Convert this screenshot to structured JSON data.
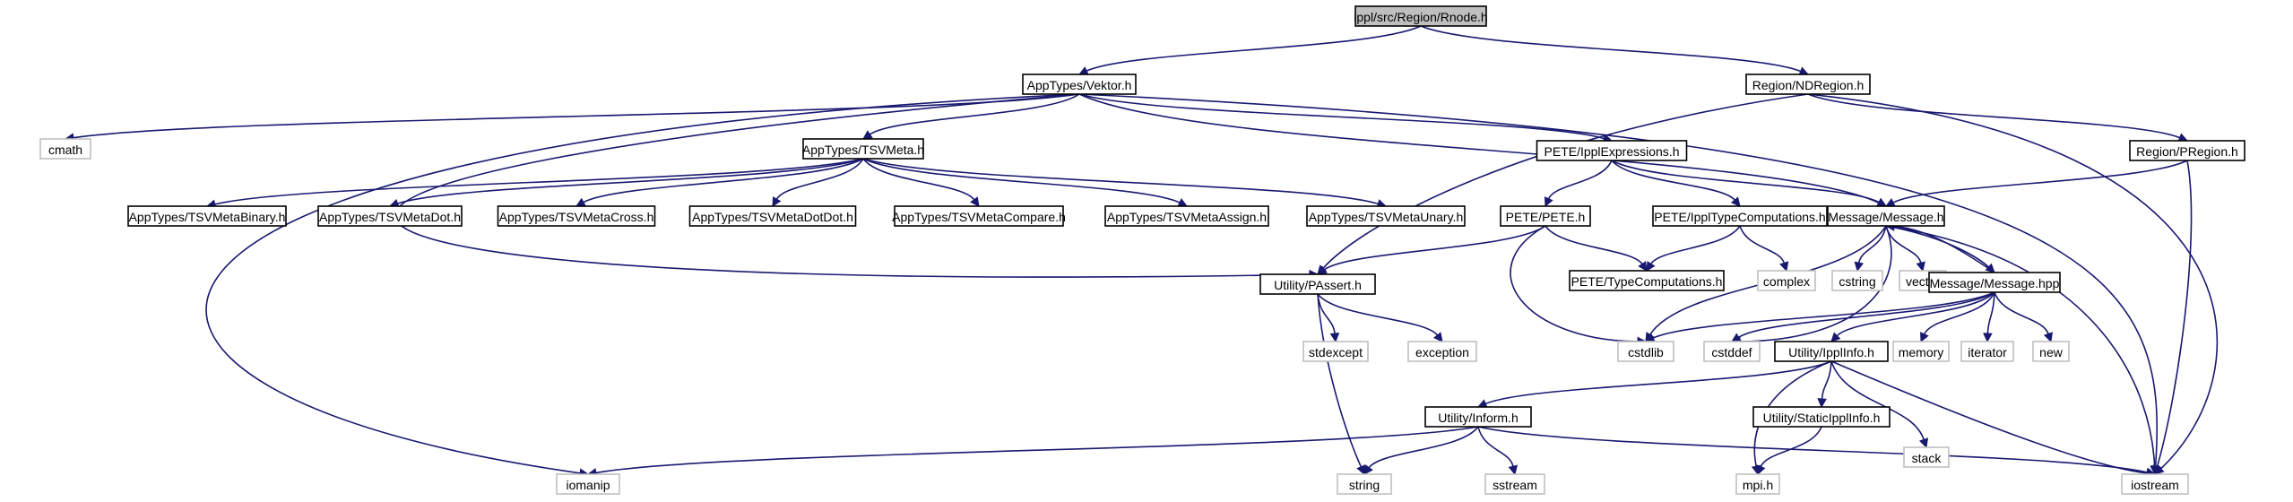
{
  "diagram": {
    "colors": {
      "edge": "#191970",
      "root_fill": "#bfbfbf",
      "header_border": "#000000",
      "system_border": "#bfbfbf"
    },
    "nodes": [
      {
        "id": "rnode",
        "label": "ippl/src/Region/Rnode.h",
        "kind": "root"
      },
      {
        "id": "vektor",
        "label": "AppTypes/Vektor.h",
        "kind": "header"
      },
      {
        "id": "ndregion",
        "label": "Region/NDRegion.h",
        "kind": "header"
      },
      {
        "id": "cmath",
        "label": "cmath",
        "kind": "system"
      },
      {
        "id": "tsvmeta",
        "label": "AppTypes/TSVMeta.h",
        "kind": "header"
      },
      {
        "id": "ipplexpr",
        "label": "PETE/IpplExpressions.h",
        "kind": "header"
      },
      {
        "id": "pregion",
        "label": "Region/PRegion.h",
        "kind": "header"
      },
      {
        "id": "tsvbin",
        "label": "AppTypes/TSVMetaBinary.h",
        "kind": "header"
      },
      {
        "id": "tsvdot",
        "label": "AppTypes/TSVMetaDot.h",
        "kind": "header"
      },
      {
        "id": "tsvcross",
        "label": "AppTypes/TSVMetaCross.h",
        "kind": "header"
      },
      {
        "id": "tsvdotdot",
        "label": "AppTypes/TSVMetaDotDot.h",
        "kind": "header"
      },
      {
        "id": "tsvcmp",
        "label": "AppTypes/TSVMetaCompare.h",
        "kind": "header"
      },
      {
        "id": "tsvassign",
        "label": "AppTypes/TSVMetaAssign.h",
        "kind": "header"
      },
      {
        "id": "tsvunary",
        "label": "AppTypes/TSVMetaUnary.h",
        "kind": "header"
      },
      {
        "id": "pete",
        "label": "PETE/PETE.h",
        "kind": "header"
      },
      {
        "id": "ippltype",
        "label": "PETE/IpplTypeComputations.h",
        "kind": "header"
      },
      {
        "id": "message",
        "label": "Message/Message.h",
        "kind": "header"
      },
      {
        "id": "passert",
        "label": "Utility/PAssert.h",
        "kind": "header"
      },
      {
        "id": "typecomp",
        "label": "PETE/TypeComputations.h",
        "kind": "header"
      },
      {
        "id": "complex",
        "label": "complex",
        "kind": "system"
      },
      {
        "id": "cstring",
        "label": "cstring",
        "kind": "system"
      },
      {
        "id": "vector",
        "label": "vector",
        "kind": "system"
      },
      {
        "id": "messagehpp",
        "label": "Message/Message.hpp",
        "kind": "header"
      },
      {
        "id": "stdexcept",
        "label": "stdexcept",
        "kind": "system"
      },
      {
        "id": "exception",
        "label": "exception",
        "kind": "system"
      },
      {
        "id": "cstdlib",
        "label": "cstdlib",
        "kind": "system"
      },
      {
        "id": "cstddef",
        "label": "cstddef",
        "kind": "system"
      },
      {
        "id": "ipplinfo",
        "label": "Utility/IpplInfo.h",
        "kind": "header"
      },
      {
        "id": "memory",
        "label": "memory",
        "kind": "system"
      },
      {
        "id": "iterator",
        "label": "iterator",
        "kind": "system"
      },
      {
        "id": "new",
        "label": "new",
        "kind": "system"
      },
      {
        "id": "inform",
        "label": "Utility/Inform.h",
        "kind": "header"
      },
      {
        "id": "staticippl",
        "label": "Utility/StaticIpplInfo.h",
        "kind": "header"
      },
      {
        "id": "stack",
        "label": "stack",
        "kind": "system"
      },
      {
        "id": "iomanip",
        "label": "iomanip",
        "kind": "system"
      },
      {
        "id": "string",
        "label": "string",
        "kind": "system"
      },
      {
        "id": "sstream",
        "label": "sstream",
        "kind": "system"
      },
      {
        "id": "mpi",
        "label": "mpi.h",
        "kind": "system"
      },
      {
        "id": "iostream",
        "label": "iostream",
        "kind": "system"
      }
    ],
    "edges": [
      {
        "from": "rnode",
        "to": "vektor"
      },
      {
        "from": "rnode",
        "to": "ndregion"
      },
      {
        "from": "vektor",
        "to": "cmath"
      },
      {
        "from": "vektor",
        "to": "tsvmeta"
      },
      {
        "from": "vektor",
        "to": "ipplexpr"
      },
      {
        "from": "vektor",
        "to": "message"
      },
      {
        "from": "vektor",
        "to": "passert"
      },
      {
        "from": "vektor",
        "to": "iomanip"
      },
      {
        "from": "vektor",
        "to": "iostream"
      },
      {
        "from": "ndregion",
        "to": "passert"
      },
      {
        "from": "ndregion",
        "to": "pregion"
      },
      {
        "from": "ndregion",
        "to": "iostream"
      },
      {
        "from": "tsvmeta",
        "to": "tsvbin"
      },
      {
        "from": "tsvmeta",
        "to": "tsvdot"
      },
      {
        "from": "tsvmeta",
        "to": "tsvcross"
      },
      {
        "from": "tsvmeta",
        "to": "tsvdotdot"
      },
      {
        "from": "tsvmeta",
        "to": "tsvcmp"
      },
      {
        "from": "tsvmeta",
        "to": "tsvassign"
      },
      {
        "from": "tsvmeta",
        "to": "tsvunary"
      },
      {
        "from": "ipplexpr",
        "to": "pete"
      },
      {
        "from": "ipplexpr",
        "to": "ippltype"
      },
      {
        "from": "ipplexpr",
        "to": "message"
      },
      {
        "from": "pregion",
        "to": "message"
      },
      {
        "from": "pregion",
        "to": "iostream"
      },
      {
        "from": "pete",
        "to": "passert"
      },
      {
        "from": "pete",
        "to": "typecomp"
      },
      {
        "from": "pete",
        "to": "cstdlib"
      },
      {
        "from": "ippltype",
        "to": "typecomp"
      },
      {
        "from": "ippltype",
        "to": "complex"
      },
      {
        "from": "message",
        "to": "cstdlib"
      },
      {
        "from": "message",
        "to": "cstddef"
      },
      {
        "from": "message",
        "to": "cstring"
      },
      {
        "from": "message",
        "to": "vector"
      },
      {
        "from": "message",
        "to": "messagehpp"
      },
      {
        "from": "message",
        "to": "iostream"
      },
      {
        "from": "messagehpp",
        "to": "message"
      },
      {
        "from": "messagehpp",
        "to": "cstdlib"
      },
      {
        "from": "messagehpp",
        "to": "cstddef"
      },
      {
        "from": "messagehpp",
        "to": "ipplinfo"
      },
      {
        "from": "messagehpp",
        "to": "memory"
      },
      {
        "from": "messagehpp",
        "to": "iterator"
      },
      {
        "from": "messagehpp",
        "to": "new"
      },
      {
        "from": "passert",
        "to": "stdexcept"
      },
      {
        "from": "passert",
        "to": "exception"
      },
      {
        "from": "passert",
        "to": "string"
      },
      {
        "from": "ipplinfo",
        "to": "inform"
      },
      {
        "from": "ipplinfo",
        "to": "staticippl"
      },
      {
        "from": "ipplinfo",
        "to": "stack"
      },
      {
        "from": "ipplinfo",
        "to": "mpi"
      },
      {
        "from": "ipplinfo",
        "to": "iostream"
      },
      {
        "from": "inform",
        "to": "iomanip"
      },
      {
        "from": "inform",
        "to": "string"
      },
      {
        "from": "inform",
        "to": "sstream"
      },
      {
        "from": "inform",
        "to": "iostream"
      },
      {
        "from": "staticippl",
        "to": "mpi"
      }
    ]
  }
}
